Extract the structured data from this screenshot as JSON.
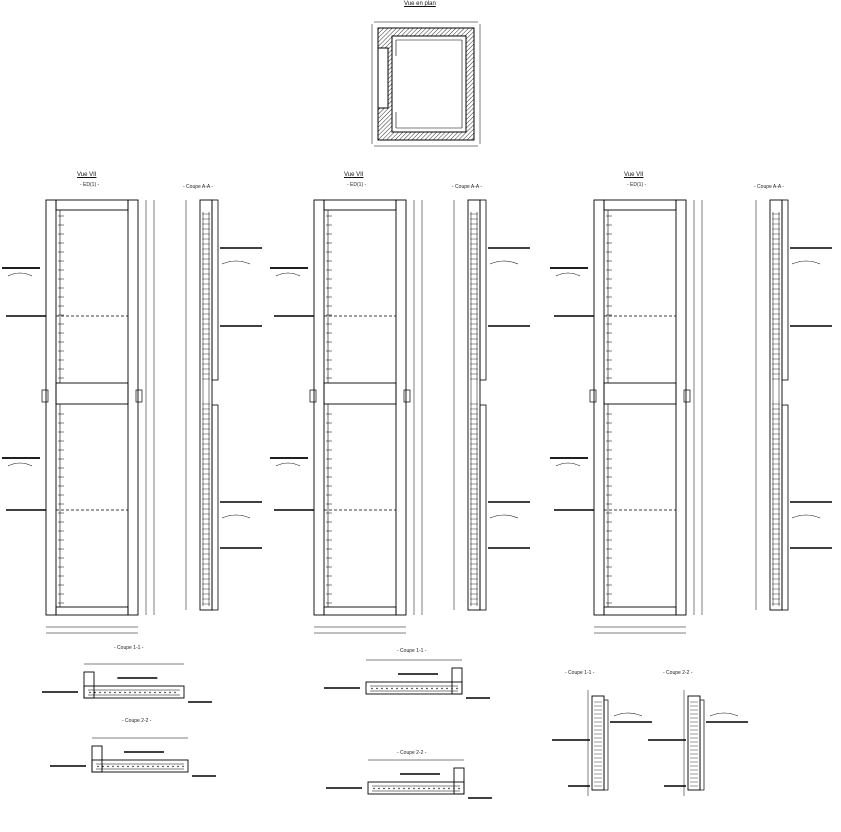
{
  "plan": {
    "title": "Vue en plan"
  },
  "elevations": [
    {
      "title": "Vue VII",
      "subtitle": "- ED(1) -",
      "section_title": "- Coupe A-A -"
    },
    {
      "title": "Vue VII",
      "subtitle": "- ED(1) -",
      "section_title": "- Coupe A-A -"
    },
    {
      "title": "Vue VII",
      "subtitle": "- ED(1) -",
      "section_title": "- Coupe A-A -"
    }
  ],
  "details": {
    "left": {
      "sec1": "- Coupe 1-1 -",
      "sec2": "- Coupe 2-2 -"
    },
    "middle": {
      "sec1": "- Coupe 1-1 -",
      "sec2": "- Coupe 2-2 -"
    },
    "right": {
      "sec1": "- Coupe 1-1 -",
      "sec2": "- Coupe 2-2 -"
    }
  },
  "colors": {
    "line": "#000000",
    "hatch": "#333333"
  }
}
